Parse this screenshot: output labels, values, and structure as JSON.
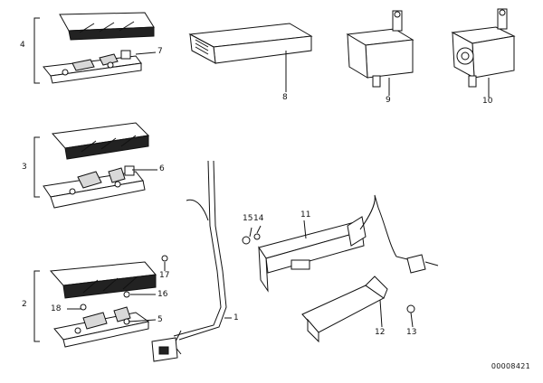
{
  "callouts": {
    "c1": "1",
    "c2": "2",
    "c3": "3",
    "c4": "4",
    "c5": "5",
    "c6": "6",
    "c7": "7",
    "c8": "8",
    "c9": "9",
    "c10": "10",
    "c11": "11",
    "c12": "12",
    "c13": "13",
    "c14": "14",
    "c15": "15",
    "c16": "16",
    "c17": "17",
    "c18": "18"
  },
  "doc_number": "00008421"
}
